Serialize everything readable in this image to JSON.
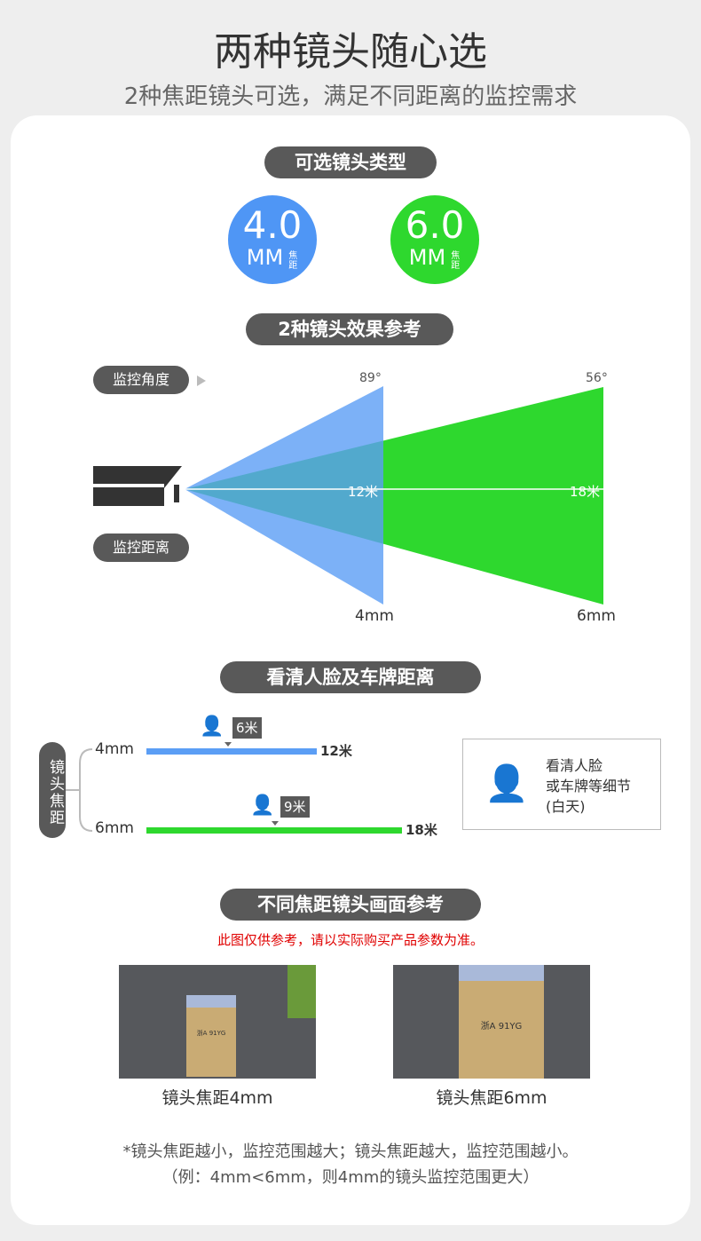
{
  "header": {
    "title": "两种镜头随心选",
    "subtitle": "2种焦距镜头可选，满足不同距离的监控需求"
  },
  "lens_types": {
    "heading": "可选镜头类型",
    "items": [
      {
        "value": "4.0",
        "unit": "MM",
        "suffix": "焦距",
        "color": "#4f96f5"
      },
      {
        "value": "6.0",
        "unit": "MM",
        "suffix": "焦距",
        "color": "#2ed82e"
      }
    ]
  },
  "effect": {
    "heading": "2种镜头效果参考",
    "angle_label": "监控角度",
    "distance_label": "监控距离",
    "lenses": [
      {
        "angle": "89°",
        "distance": "12米",
        "focal": "4mm",
        "color": "#5b9ef5"
      },
      {
        "angle": "56°",
        "distance": "18米",
        "focal": "6mm",
        "color": "#2ed82e"
      }
    ]
  },
  "recognition": {
    "heading": "看清人脸及车牌距离",
    "group_label": "镜头焦距",
    "rows": [
      {
        "focal": "4mm",
        "face_distance": "6米",
        "max": "12米",
        "color": "#5b9ef5"
      },
      {
        "focal": "6mm",
        "face_distance": "9米",
        "max": "18米",
        "color": "#2ed82e"
      }
    ],
    "legend": [
      "看清人脸",
      "或车牌等细节",
      "(白天)"
    ]
  },
  "reference": {
    "heading": "不同焦距镜头画面参考",
    "disclaimer": "此图仅供参考，请以实际购买产品参数为准。",
    "disclaimer_color": "#e00000",
    "photos": [
      {
        "caption": "镜头焦距4mm",
        "plate": "浙A 91YG"
      },
      {
        "caption": "镜头焦距6mm",
        "plate": "浙A 91YG"
      }
    ]
  },
  "footnote": [
    "*镜头焦距越小，监控范围越大；镜头焦距越大，监控范围越小。",
    "（例：4mm<6mm，则4mm的镜头监控范围更大）"
  ]
}
